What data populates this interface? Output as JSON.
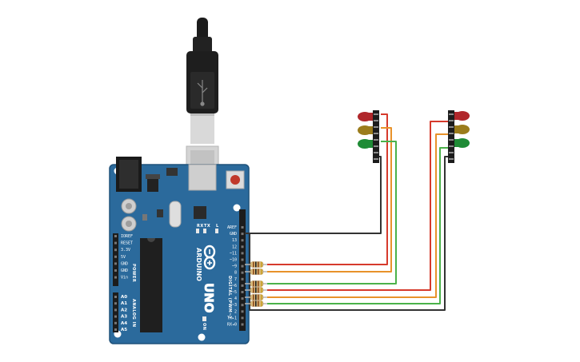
{
  "board": {
    "brand": "ARDUINO",
    "model": "UNO",
    "power_header_label": "POWER",
    "analog_header_label": "ANALOG IN",
    "digital_header_label": "DIGITAL (PWM~)",
    "on_label": "ON",
    "tx_label": "TX",
    "rx_label": "RX",
    "l_label": "L",
    "power_pins": [
      "IOREF",
      "RESET",
      "3.3V",
      "5V",
      "GND",
      "GND",
      "Vin"
    ],
    "analog_pins": [
      "A0",
      "A1",
      "A2",
      "A3",
      "A4",
      "A5"
    ],
    "digital_pins": [
      "AREF",
      "GND",
      "13",
      "12",
      "~11",
      "~10",
      "~9",
      "8",
      "7",
      "~6",
      "~5",
      "4",
      "~3",
      "2",
      "TX▸1",
      "RX◂0"
    ]
  },
  "colors": {
    "board": "#2b6a9c",
    "board_edge": "#1f527b",
    "wire_red": "#d63a2c",
    "wire_orange": "#e8922a",
    "wire_green": "#4bb24a",
    "wire_black": "#333333",
    "led_red": "#b0272b",
    "led_yellow": "#9b7c1c",
    "led_green": "#1f8b36"
  },
  "components": {
    "usb_cable": "usb-b-cable",
    "traffic_lights": 2,
    "resistors": 6
  }
}
